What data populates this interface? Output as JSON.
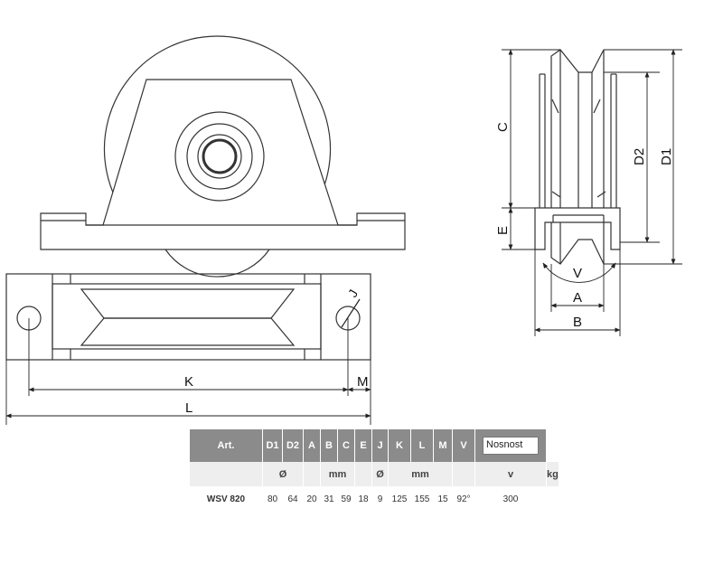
{
  "drawing": {
    "dimension_labels": {
      "c": "C",
      "e": "E",
      "d2": "D2",
      "d1": "D1",
      "v": "V",
      "a": "A",
      "b": "B",
      "j": "J",
      "k": "K",
      "m": "M",
      "l": "L"
    }
  },
  "table": {
    "headers": [
      "Art.",
      "D1",
      "D2",
      "A",
      "B",
      "C",
      "E",
      "J",
      "K",
      "L",
      "M",
      "V"
    ],
    "nosnost_label": "Nosnost",
    "units": [
      "",
      "Ø",
      "",
      "mm",
      "",
      "Ø",
      "mm",
      "",
      "v",
      "kg"
    ],
    "rows": [
      {
        "art": "WSV 820",
        "values": [
          "80",
          "64",
          "20",
          "31",
          "59",
          "18",
          "9",
          "125",
          "155",
          "15",
          "92°",
          "300"
        ]
      }
    ]
  }
}
